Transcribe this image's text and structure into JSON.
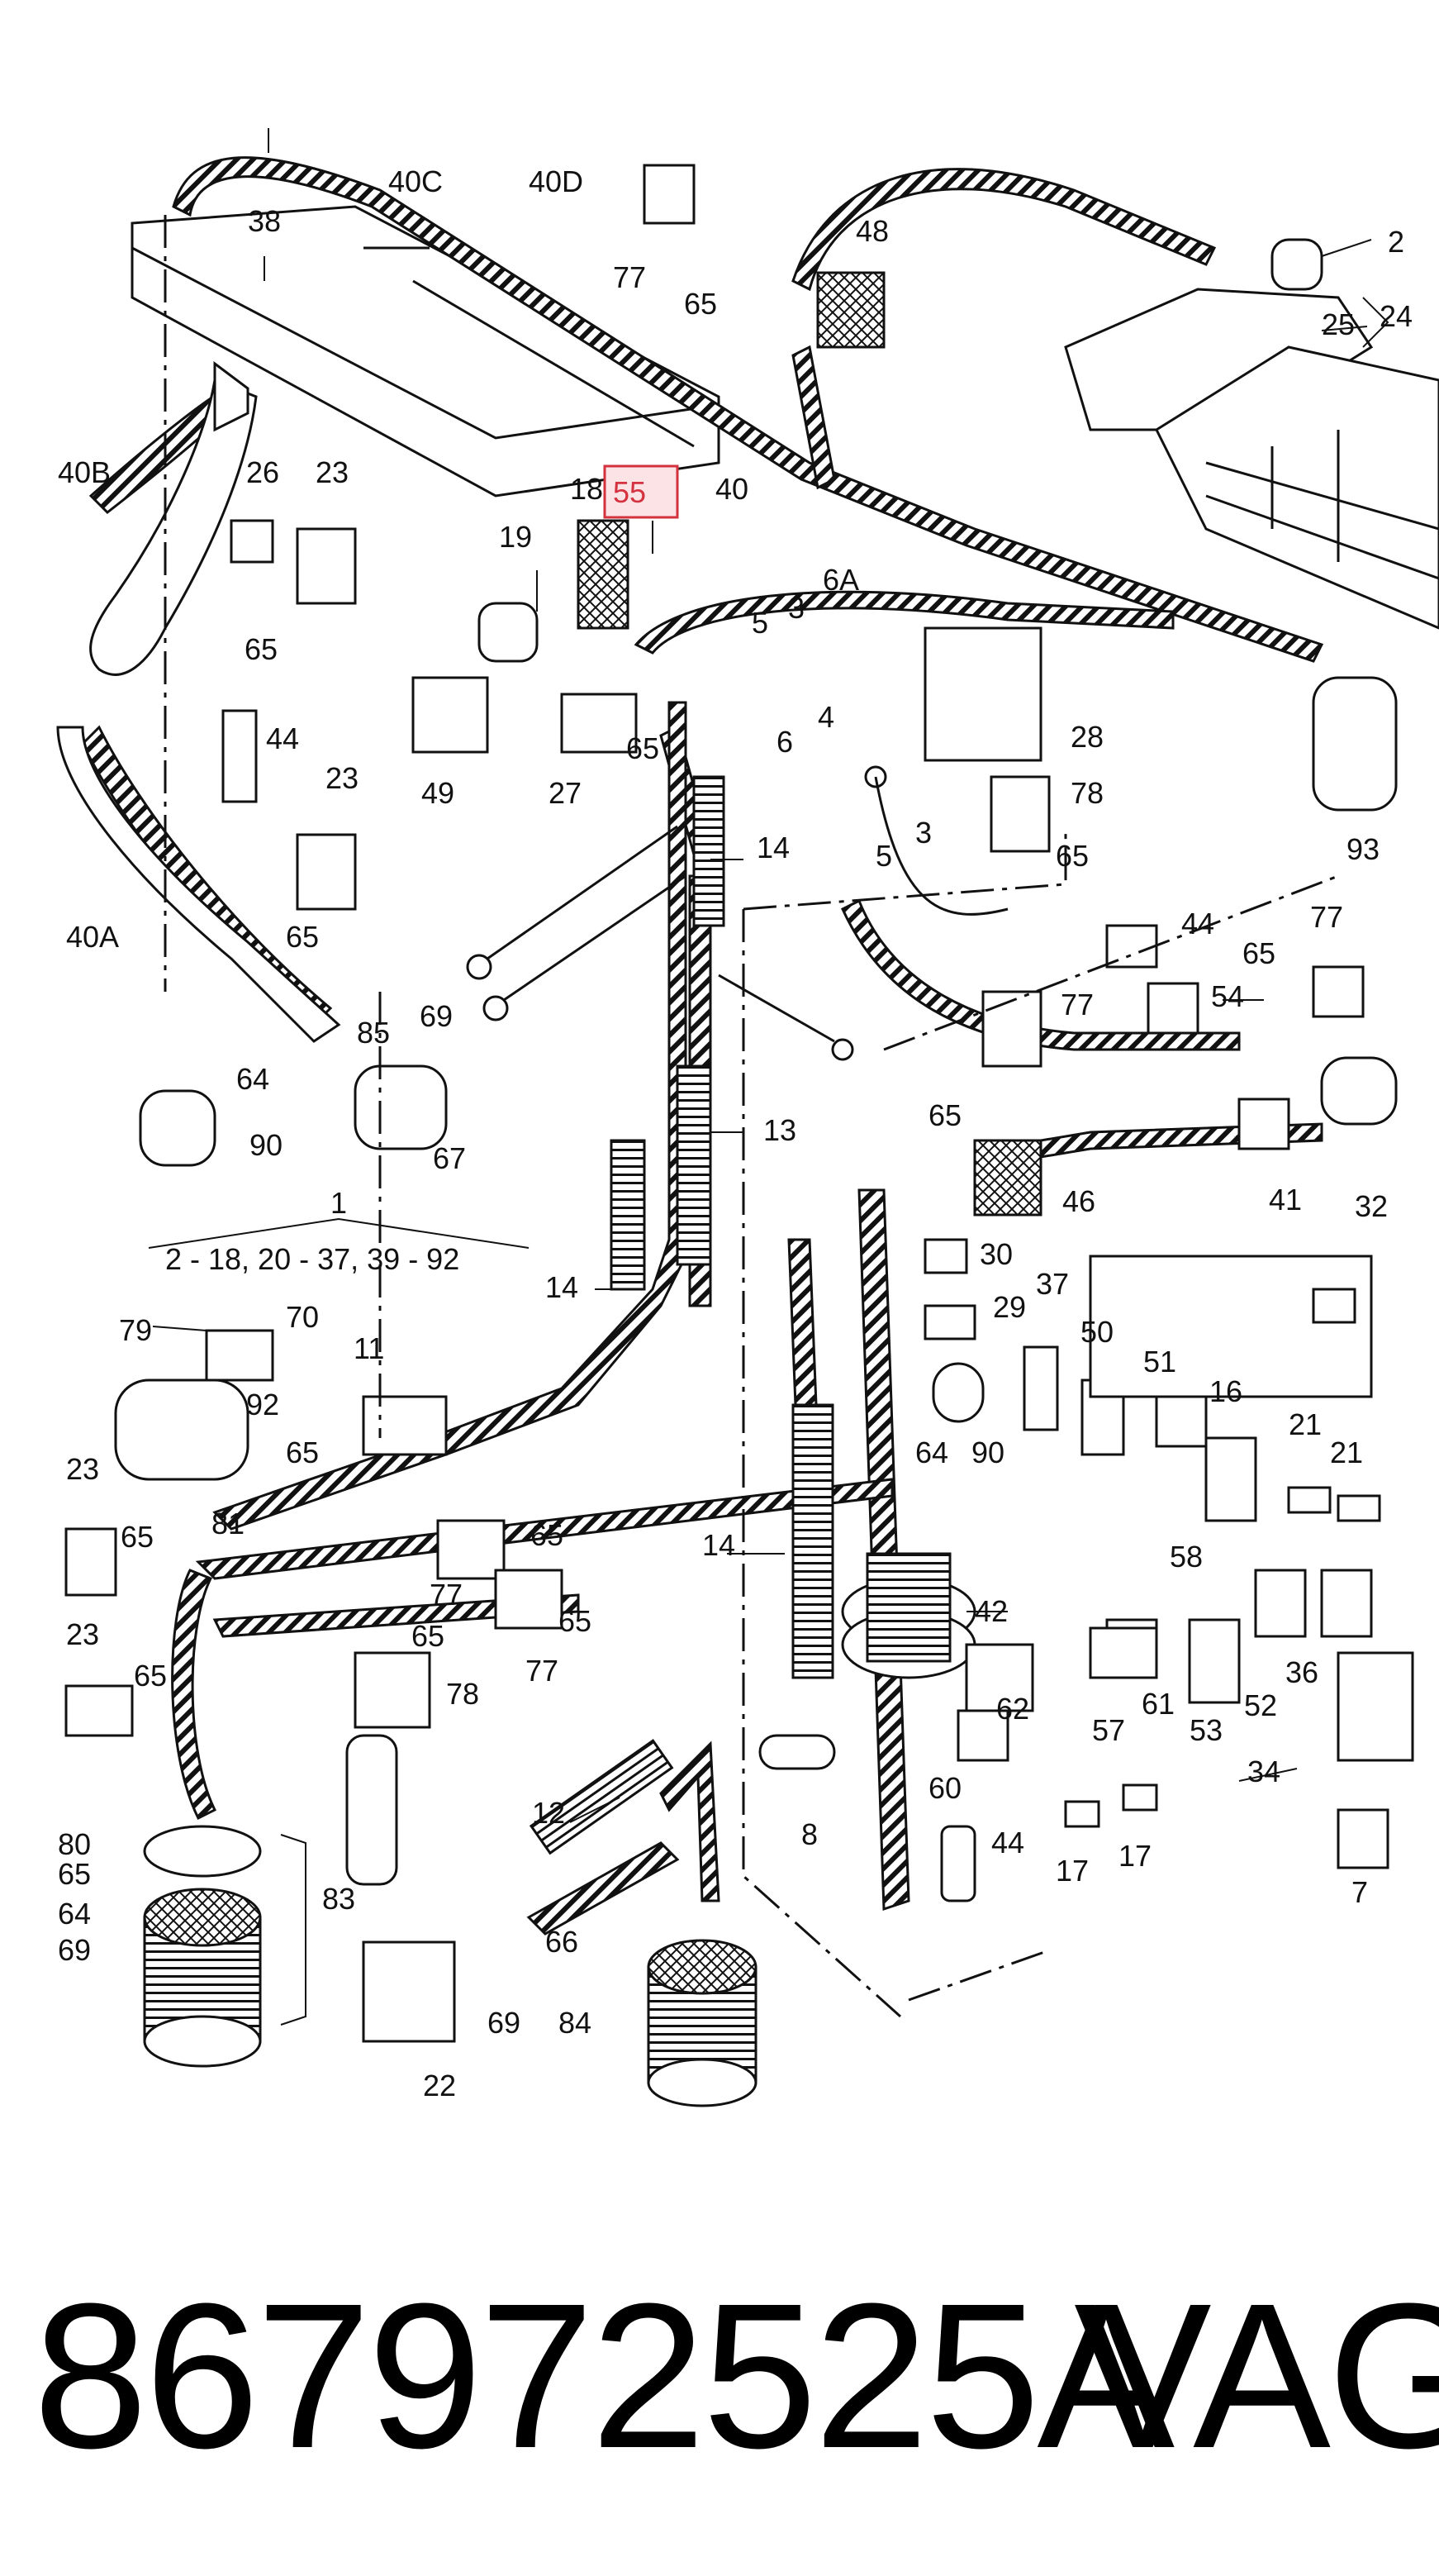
{
  "diagram": {
    "callouts": [
      {
        "id": "c40C",
        "label": "40C"
      },
      {
        "id": "c40D",
        "label": "40D"
      },
      {
        "id": "c38",
        "label": "38"
      },
      {
        "id": "c77a",
        "label": "77"
      },
      {
        "id": "c65a",
        "label": "65"
      },
      {
        "id": "c48",
        "label": "48"
      },
      {
        "id": "c2",
        "label": "2"
      },
      {
        "id": "c24",
        "label": "24"
      },
      {
        "id": "c25",
        "label": "25"
      },
      {
        "id": "c40B",
        "label": "40B"
      },
      {
        "id": "c26",
        "label": "26"
      },
      {
        "id": "c23a",
        "label": "23"
      },
      {
        "id": "c18",
        "label": "18"
      },
      {
        "id": "c55",
        "label": "55"
      },
      {
        "id": "c40",
        "label": "40"
      },
      {
        "id": "c19",
        "label": "19"
      },
      {
        "id": "c6A",
        "label": "6A"
      },
      {
        "id": "c65b",
        "label": "65"
      },
      {
        "id": "c5a",
        "label": "5"
      },
      {
        "id": "c3a",
        "label": "3"
      },
      {
        "id": "c44a",
        "label": "44"
      },
      {
        "id": "c49",
        "label": "49"
      },
      {
        "id": "c27",
        "label": "27"
      },
      {
        "id": "c65c",
        "label": "65"
      },
      {
        "id": "c4",
        "label": "4"
      },
      {
        "id": "c28",
        "label": "28"
      },
      {
        "id": "c93",
        "label": "93"
      },
      {
        "id": "c6",
        "label": "6"
      },
      {
        "id": "c78a",
        "label": "78"
      },
      {
        "id": "c23b",
        "label": "23"
      },
      {
        "id": "c14a",
        "label": "14"
      },
      {
        "id": "c5b",
        "label": "5"
      },
      {
        "id": "c3b",
        "label": "3"
      },
      {
        "id": "c65d",
        "label": "65"
      },
      {
        "id": "c65e",
        "label": "65"
      },
      {
        "id": "c40A",
        "label": "40A"
      },
      {
        "id": "c44b",
        "label": "44"
      },
      {
        "id": "c77b",
        "label": "77"
      },
      {
        "id": "c65f",
        "label": "65"
      },
      {
        "id": "c54",
        "label": "54"
      },
      {
        "id": "c77c",
        "label": "77"
      },
      {
        "id": "c85",
        "label": "85"
      },
      {
        "id": "c69a",
        "label": "69"
      },
      {
        "id": "c64a",
        "label": "64"
      },
      {
        "id": "c65g",
        "label": "65"
      },
      {
        "id": "c13",
        "label": "13"
      },
      {
        "id": "c90a",
        "label": "90"
      },
      {
        "id": "c67",
        "label": "67"
      },
      {
        "id": "c46",
        "label": "46"
      },
      {
        "id": "c41",
        "label": "41"
      },
      {
        "id": "c1",
        "label": "1"
      },
      {
        "id": "cRange",
        "label": "2 - 18, 20 - 37, 39 - 92"
      },
      {
        "id": "c32",
        "label": "32"
      },
      {
        "id": "c14b",
        "label": "14"
      },
      {
        "id": "c30",
        "label": "30"
      },
      {
        "id": "c37",
        "label": "37"
      },
      {
        "id": "c79",
        "label": "79"
      },
      {
        "id": "c70",
        "label": "70"
      },
      {
        "id": "c11",
        "label": "11"
      },
      {
        "id": "c29",
        "label": "29"
      },
      {
        "id": "c50",
        "label": "50"
      },
      {
        "id": "c51",
        "label": "51"
      },
      {
        "id": "c16",
        "label": "16"
      },
      {
        "id": "c92",
        "label": "92"
      },
      {
        "id": "c65h",
        "label": "65"
      },
      {
        "id": "c64b",
        "label": "64"
      },
      {
        "id": "c90b",
        "label": "90"
      },
      {
        "id": "c21a",
        "label": "21"
      },
      {
        "id": "c21b",
        "label": "21"
      },
      {
        "id": "c23c",
        "label": "23"
      },
      {
        "id": "c81",
        "label": "81"
      },
      {
        "id": "c65i",
        "label": "65"
      },
      {
        "id": "c14c",
        "label": "14"
      },
      {
        "id": "c58",
        "label": "58"
      },
      {
        "id": "c65j",
        "label": "65"
      },
      {
        "id": "c77d",
        "label": "77"
      },
      {
        "id": "c65k",
        "label": "65"
      },
      {
        "id": "c42",
        "label": "42"
      },
      {
        "id": "c36",
        "label": "36"
      },
      {
        "id": "c23d",
        "label": "23"
      },
      {
        "id": "c65l",
        "label": "65"
      },
      {
        "id": "c65m",
        "label": "65"
      },
      {
        "id": "c78b",
        "label": "78"
      },
      {
        "id": "c77e",
        "label": "77"
      },
      {
        "id": "c62",
        "label": "62"
      },
      {
        "id": "c61",
        "label": "61"
      },
      {
        "id": "c52",
        "label": "52"
      },
      {
        "id": "c53",
        "label": "53"
      },
      {
        "id": "c57",
        "label": "57"
      },
      {
        "id": "c34",
        "label": "34"
      },
      {
        "id": "c60",
        "label": "60"
      },
      {
        "id": "c12",
        "label": "12"
      },
      {
        "id": "c8",
        "label": "8"
      },
      {
        "id": "c44c",
        "label": "44"
      },
      {
        "id": "c80",
        "label": "80"
      },
      {
        "id": "c83",
        "label": "83"
      },
      {
        "id": "c17a",
        "label": "17"
      },
      {
        "id": "c17b",
        "label": "17"
      },
      {
        "id": "c7",
        "label": "7"
      },
      {
        "id": "c65n",
        "label": "65"
      },
      {
        "id": "c64c",
        "label": "64"
      },
      {
        "id": "c66",
        "label": "66"
      },
      {
        "id": "c69b",
        "label": "69"
      },
      {
        "id": "c84",
        "label": "84"
      },
      {
        "id": "c69c",
        "label": "69"
      },
      {
        "id": "c22",
        "label": "22"
      }
    ],
    "highlight_color": "#d4323f"
  },
  "footer": {
    "part_number": "867972525A",
    "brand": "VAG"
  }
}
